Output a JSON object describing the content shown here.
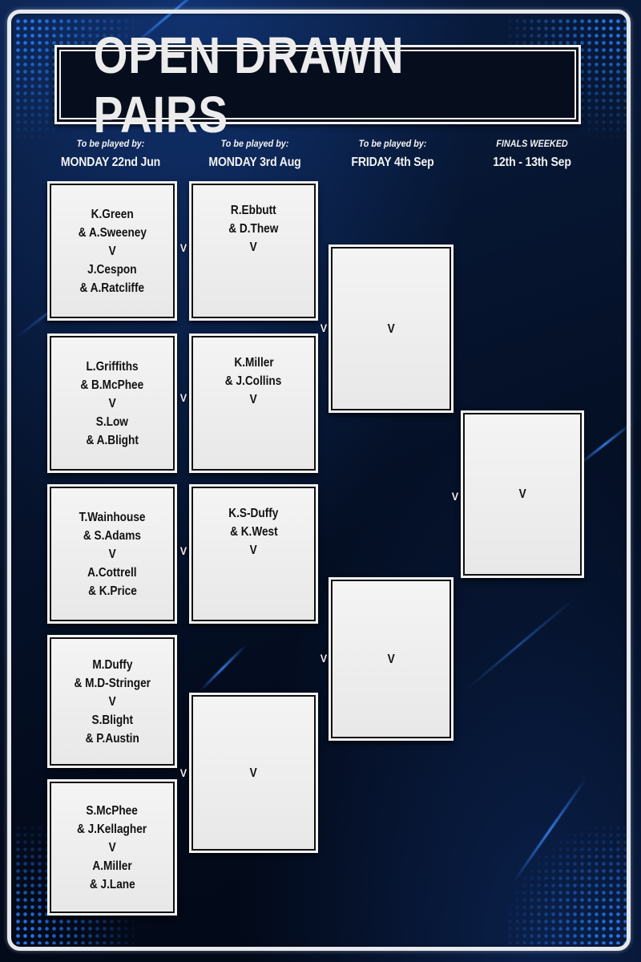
{
  "title": "OPEN DRAWN PAIRS",
  "columns": [
    {
      "subtitle": "To be played by:",
      "date": "MONDAY 22nd Jun"
    },
    {
      "subtitle": "To be played by:",
      "date": "MONDAY 3rd Aug"
    },
    {
      "subtitle": "To be played by:",
      "date": "FRIDAY 4th Sep"
    },
    {
      "subtitle": "FINALS WEEKED",
      "date": "12th - 13th Sep"
    }
  ],
  "versus": "V",
  "round1": [
    {
      "lines": [
        "K.Green",
        "& A.Sweeney",
        "V",
        "J.Cespon",
        "& A.Ratcliffe"
      ]
    },
    {
      "lines": [
        "L.Griffiths",
        "& B.McPhee",
        "V",
        "S.Low",
        "& A.Blight"
      ]
    },
    {
      "lines": [
        "T.Wainhouse",
        "& S.Adams",
        "V",
        "A.Cottrell",
        "& K.Price"
      ]
    },
    {
      "lines": [
        "M.Duffy",
        "& M.D-Stringer",
        "V",
        "S.Blight",
        "& P.Austin"
      ]
    },
    {
      "lines": [
        "S.McPhee",
        "& J.Kellagher",
        "V",
        "A.Miller",
        "& J.Lane"
      ]
    }
  ],
  "round2": [
    {
      "lines": [
        "R.Ebbutt",
        "& D.Thew",
        "V"
      ]
    },
    {
      "lines": [
        "K.Miller",
        "& J.Collins",
        "V"
      ]
    },
    {
      "lines": [
        "K.S-Duffy",
        "& K.West",
        "V"
      ]
    },
    {
      "lines": [
        "V"
      ]
    }
  ],
  "round3": [
    {
      "lines": [
        "V"
      ]
    },
    {
      "lines": [
        "V"
      ]
    }
  ],
  "final": {
    "lines": [
      "V"
    ]
  },
  "colors": {
    "background": "#061530",
    "accent": "#2a7bff",
    "box_fill": "#f0f0f0",
    "frame": "#e6e9ee"
  }
}
